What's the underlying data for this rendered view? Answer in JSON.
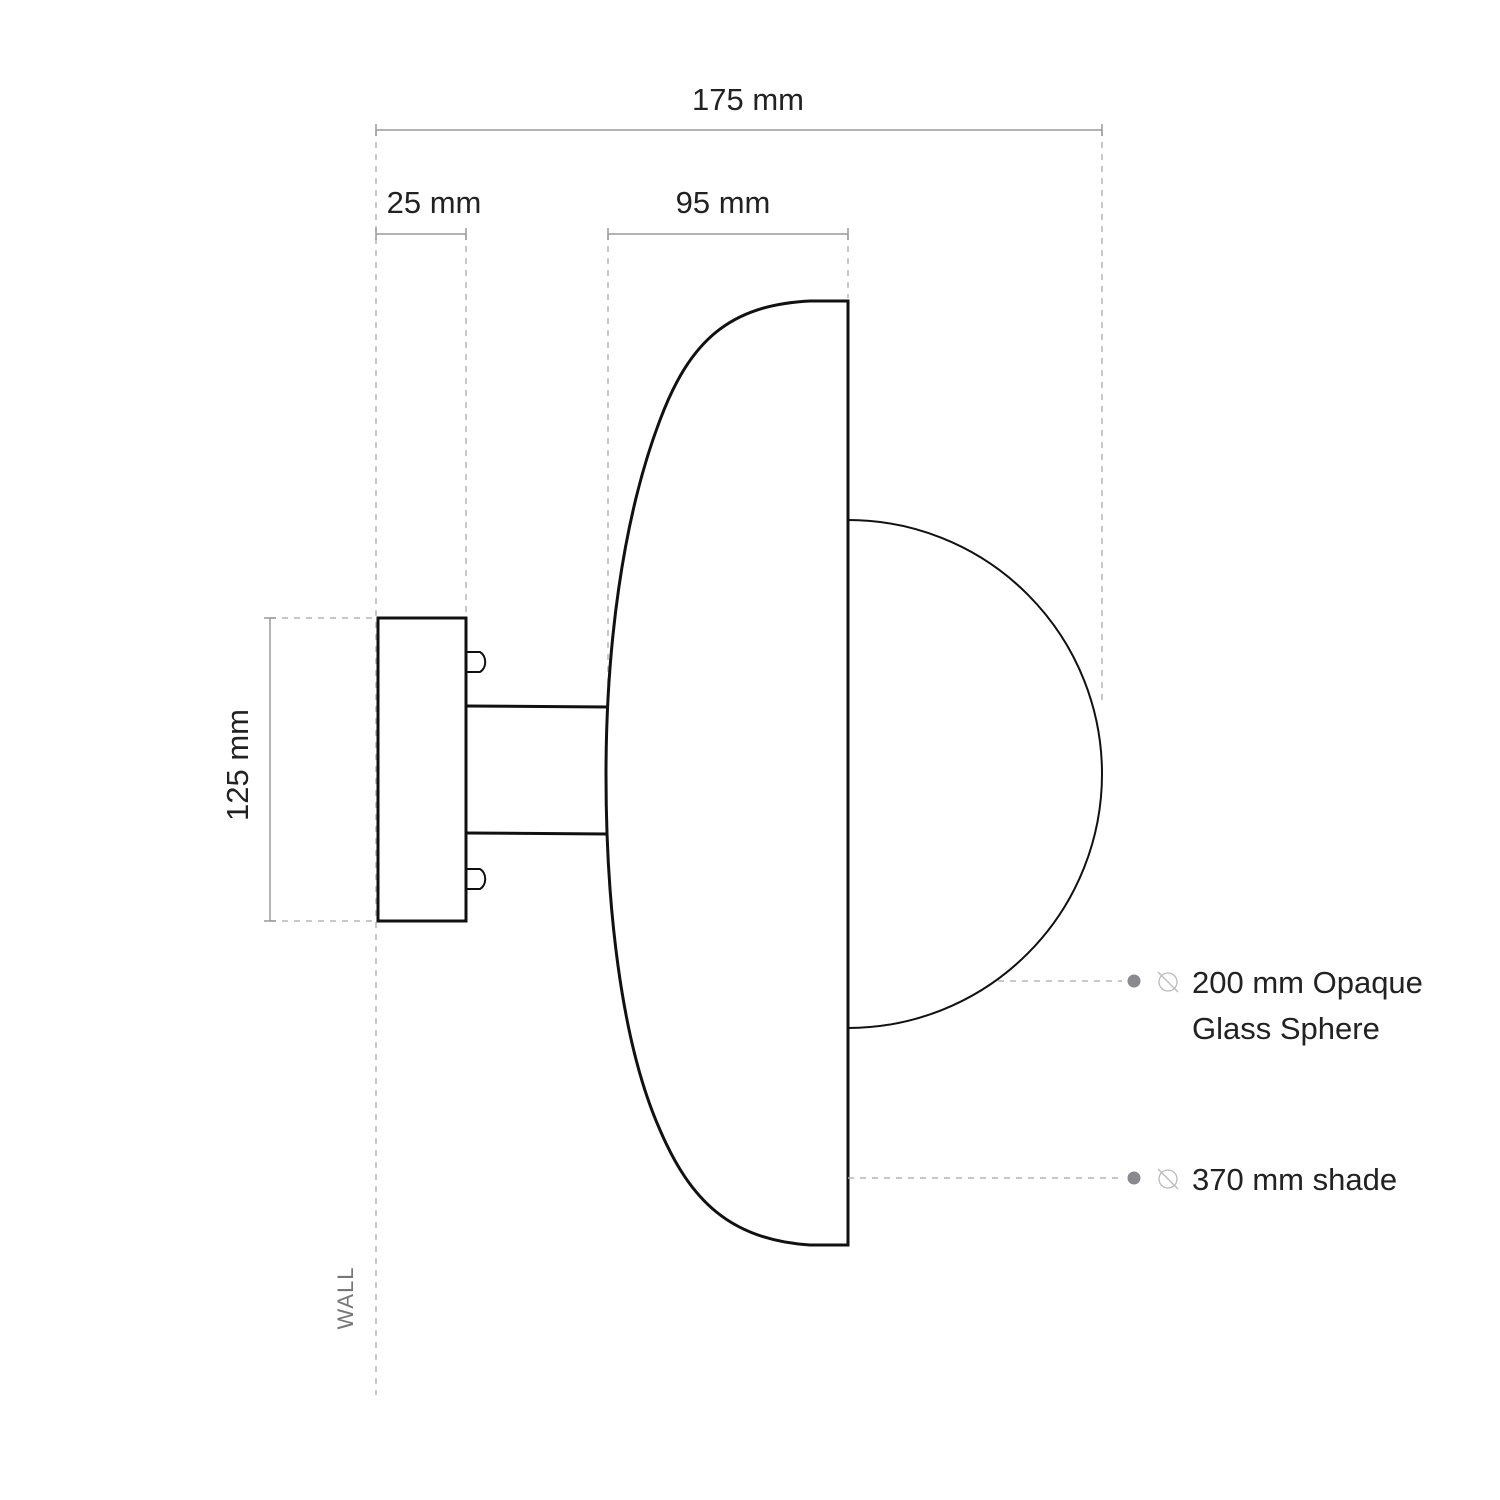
{
  "dimensions": {
    "overall_depth": "175 mm",
    "backplate_depth": "25 mm",
    "shade_depth": "95 mm",
    "backplate_height": "125 mm"
  },
  "wall_label": "WALL",
  "callouts": [
    {
      "line1": "200 mm Opaque",
      "line2": "Glass Sphere",
      "icon": "diameter-icon"
    },
    {
      "line1": "370 mm shade",
      "icon": "diameter-icon"
    }
  ],
  "colors": {
    "outline": "#111111",
    "dimension": "#9a9a9a",
    "bullet": "#8a8a8e"
  }
}
